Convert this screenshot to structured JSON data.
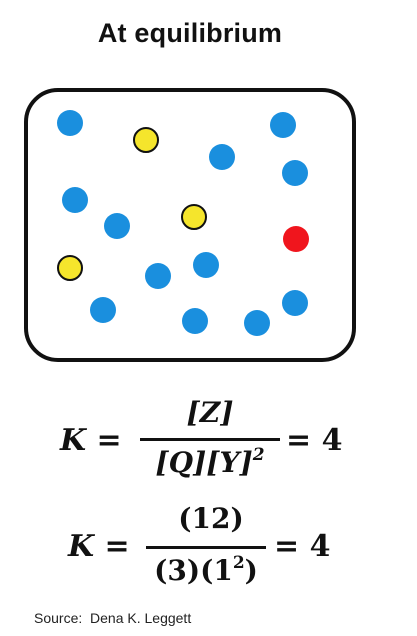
{
  "title": "At equilibrium",
  "particles": [
    {
      "color": "#1a8fde"
    },
    {
      "color": "#1a8fde"
    },
    {
      "color": "#1a8fde"
    },
    {
      "color": "#1a8fde"
    },
    {
      "color": "#1a8fde"
    },
    {
      "color": "#1a8fde"
    },
    {
      "color": "#1a8fde"
    },
    {
      "color": "#1a8fde"
    },
    {
      "color": "#1a8fde"
    },
    {
      "color": "#1a8fde"
    },
    {
      "color": "#1a8fde"
    },
    {
      "color": "#1a8fde"
    },
    {
      "color": "#f5e52c"
    },
    {
      "color": "#f5e52c"
    },
    {
      "color": "#f5e52c"
    },
    {
      "color": "#f0151d"
    }
  ],
  "equation1": {
    "lhs": "K",
    "equals": "=",
    "numerator": "[Z]",
    "denominator_main": "[Q][Y]",
    "denominator_exp": "2",
    "rhs": "= 4"
  },
  "equation2": {
    "lhs": "K",
    "equals": "=",
    "numerator": "(12)",
    "denominator_main": "(3)(1",
    "denominator_exp": "2",
    "denominator_close": ")",
    "rhs": "= 4"
  },
  "source": "Source:  Dena K. Leggett"
}
